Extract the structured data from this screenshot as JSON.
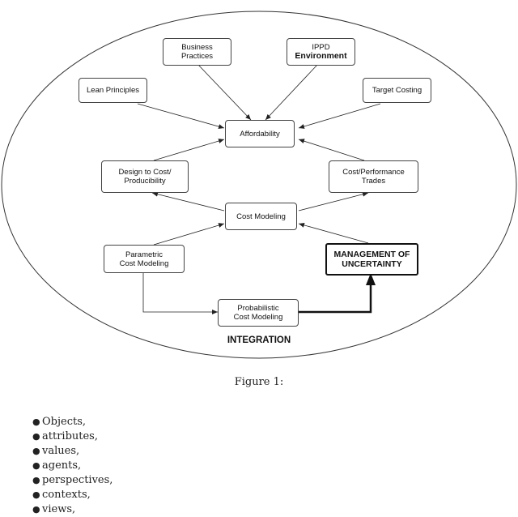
{
  "diagram": {
    "nodes": {
      "business_practices": "Business\nPractices",
      "ippd_line1": "IPPD",
      "ippd_line2": "Environment",
      "lean_principles": "Lean Principles",
      "target_costing": "Target Costing",
      "affordability": "Affordability",
      "design_to_cost": "Design to Cost/\nProducibility",
      "cost_performance": "Cost/Performance\nTrades",
      "cost_modeling": "Cost Modeling",
      "parametric": "Parametric\nCost Modeling",
      "management": "MANAGEMENT OF\nUNCERTAINTY",
      "probabilistic": "Probabilistic\nCost Modeling"
    },
    "footer_label": "INTEGRATION"
  },
  "caption": "Figure 1:",
  "list_items": [
    "Objects,",
    "attributes,",
    "values,",
    "agents,",
    "perspectives,",
    "contexts,",
    "views,"
  ]
}
